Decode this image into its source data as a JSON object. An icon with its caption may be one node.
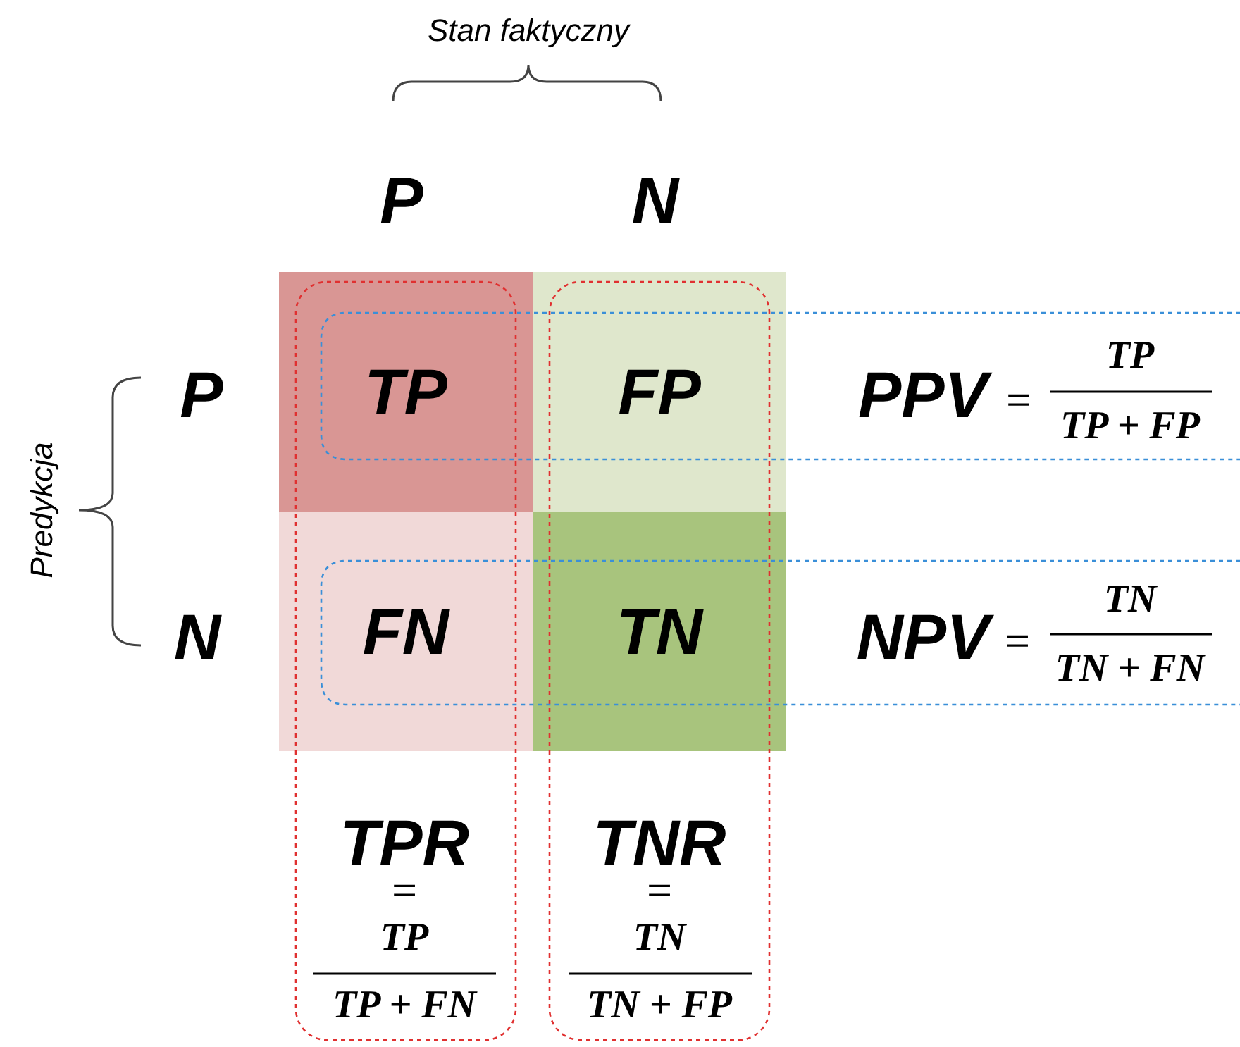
{
  "diagram": {
    "nodes": [
      {
        "text": [
          "TP"
        ]
      },
      {
        "text": [
          "FP"
        ]
      },
      {
        "text": [
          "FN"
        ]
      },
      {
        "text": [
          "TN"
        ]
      }
    ],
    "labels": [
      "Stan faktyczny",
      "P",
      "N",
      "P",
      "PPV",
      "=",
      "TP",
      "TP + FP",
      "Predykcja",
      "N",
      "NPV",
      "=",
      "TN",
      "TN + FN",
      "TPR",
      "=",
      "TP",
      "TP + FN",
      "TNR",
      "=",
      "TN",
      "TN + FP"
    ]
  }
}
